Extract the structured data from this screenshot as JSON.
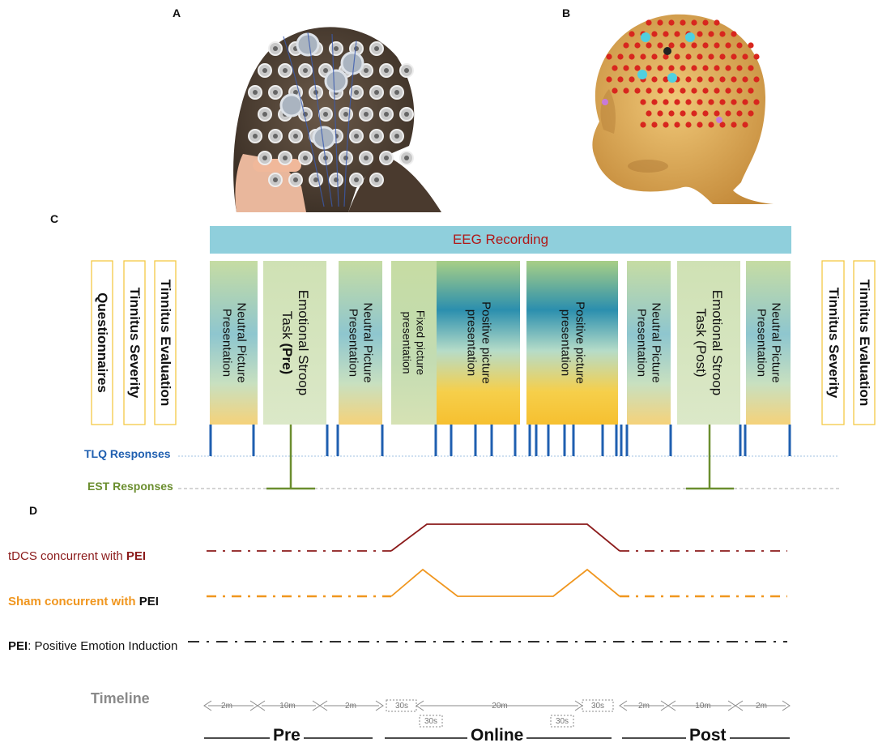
{
  "panels": {
    "a": "A",
    "b": "B",
    "c": "C",
    "d": "D"
  },
  "eeg_bar": {
    "label": "EEG Recording",
    "fill": "#8fcfdc",
    "text_color": "#b01818"
  },
  "evaluations_left": [
    {
      "label": "Questionnaires"
    },
    {
      "label": "Tinnitus Severity"
    },
    {
      "label": "Tinnitus Evaluation"
    }
  ],
  "evaluations_right": [
    {
      "label": "Tinnitus Severity"
    },
    {
      "label": "Tinnitus Evaluation"
    }
  ],
  "blocks": [
    {
      "line1": "Neutral Picture",
      "line2": "Presentation"
    },
    {
      "line1": "Emotional Stroop",
      "line2_a": "Task ",
      "line2_b": "(Pre)"
    },
    {
      "line1": "Neutral Picture",
      "line2": "Presentation"
    },
    {
      "line1": "Fixed picture",
      "line2": "presentation"
    },
    {
      "line1": "Positive picture",
      "line2": "presentation"
    },
    {
      "line1": "Positive picture",
      "line2": "presentation"
    },
    {
      "line1": "Neutral Picture",
      "line2": "Presentation"
    },
    {
      "line1": "Emotional Stroop",
      "line2": "Task (Post)"
    },
    {
      "line1": "Neutral Picture",
      "line2": "Presentation"
    }
  ],
  "responses": {
    "tlq_label": "TLQ Responses",
    "est_label": "EST Responses",
    "tlq_color": "#1f5fb0",
    "est_color": "#6b8e2f"
  },
  "conditions": {
    "tdcs": {
      "label": "tDCS concurrent with ",
      "suffix": "PEI",
      "color": "#8b1a1a"
    },
    "sham": {
      "label": "Sham concurrent  with ",
      "suffix": "PEI",
      "color": "#f0961e"
    },
    "pei": {
      "label_bold": "PEI",
      "label_rest": ": Positive Emotion Induction",
      "color": "#111111"
    }
  },
  "timeline": {
    "label": "Timeline",
    "durations": {
      "pre_1": "2m",
      "pre_2": "10m",
      "pre_3": "2m",
      "online_start": "30s",
      "online_main": "20m",
      "online_end": "30s",
      "online_sub_1": "30s",
      "online_sub_2": "30s",
      "post_1": "2m",
      "post_2": "10m",
      "post_3": "2m"
    },
    "phases": {
      "pre": "Pre",
      "online": "Online",
      "post": "Post"
    }
  }
}
